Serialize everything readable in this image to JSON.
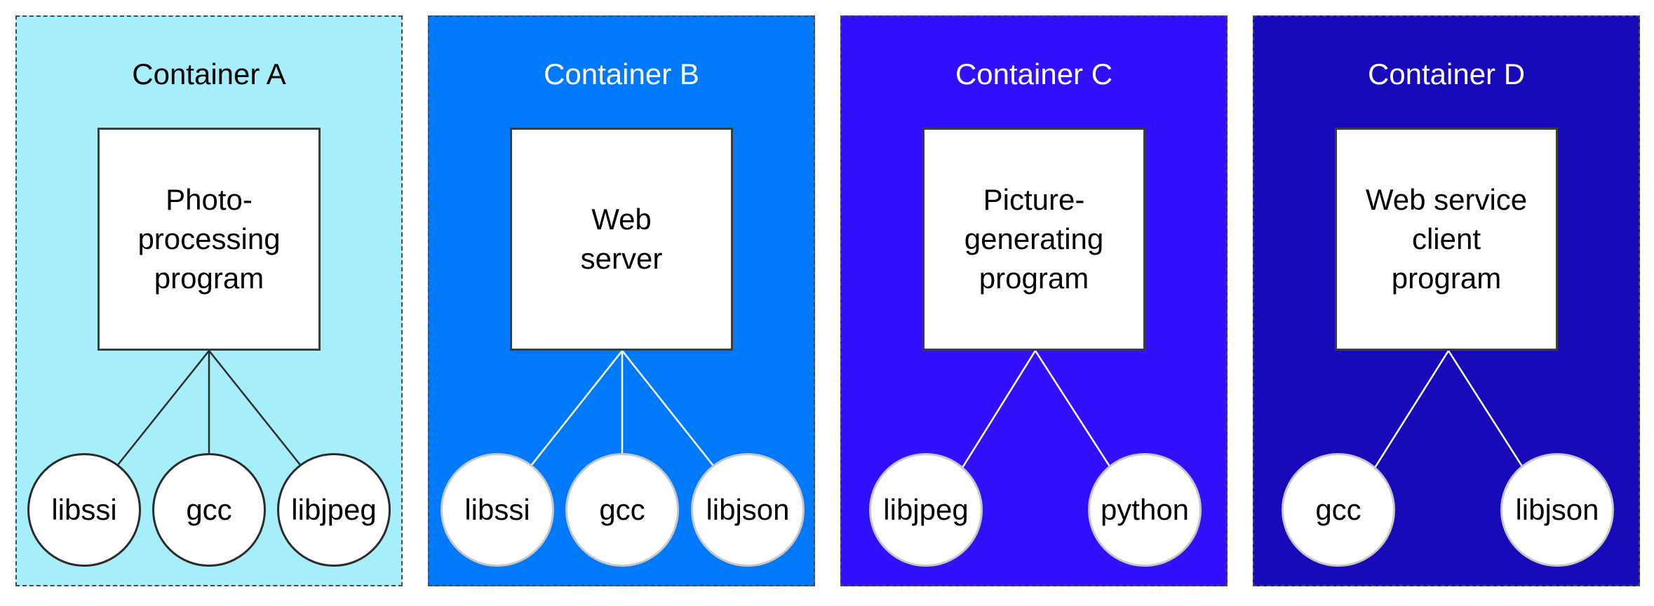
{
  "containers": [
    {
      "title": "Container A",
      "background": "#a5eefa",
      "title_color": "#000000",
      "line_color": "#2b2b2b",
      "circle_border": "#2b2b2b",
      "program": "Photo-\nprocessing\nprogram",
      "libraries": [
        "libssi",
        "gcc",
        "libjpeg"
      ]
    },
    {
      "title": "Container B",
      "background": "#0079fb",
      "title_color": "#ffffff",
      "line_color": "#ffffff",
      "circle_border": "#c8c8c8",
      "program": "Web\nserver",
      "libraries": [
        "libssi",
        "gcc",
        "libjson"
      ]
    },
    {
      "title": "Container C",
      "background": "#3110fb",
      "title_color": "#ffffff",
      "line_color": "#ffffff",
      "circle_border": "#c8c8c8",
      "program": "Picture-\ngenerating\nprogram",
      "libraries": [
        "libjpeg",
        "python"
      ]
    },
    {
      "title": "Container D",
      "background": "#170ab8",
      "title_color": "#ffffff",
      "line_color": "#ffffff",
      "circle_border": "#c8c8c8",
      "program": "Web service\nclient\nprogram",
      "libraries": [
        "gcc",
        "libjson"
      ]
    }
  ]
}
